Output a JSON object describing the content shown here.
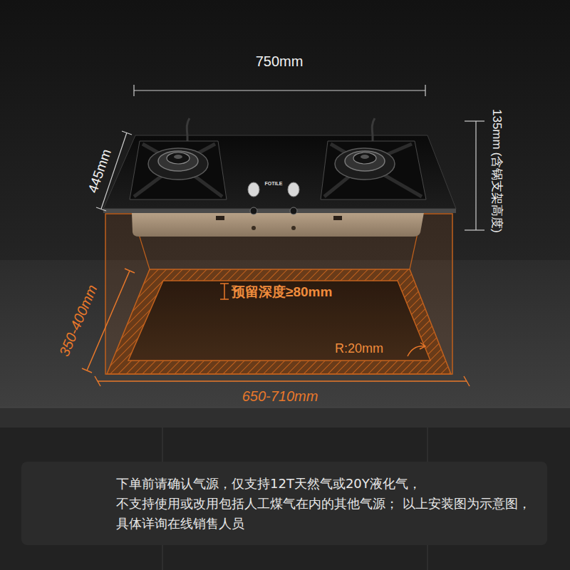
{
  "diagram": {
    "nodes": [
      {
        "text": [
          "下单前请确认气源，仅支持12T天然气或20Y液化气， 不支持使用或改用包括人工煤气在内的其他气源； 以上安装图为示意图，具体详询在线销售人员"
        ]
      }
    ],
    "labels": [
      "750mm",
      "445mm",
      "135mm",
      "(含锅支架高度)",
      "FOTILE",
      "预留深度≥80mm",
      "350-400mm",
      "R:20mm",
      "650-710mm"
    ]
  }
}
